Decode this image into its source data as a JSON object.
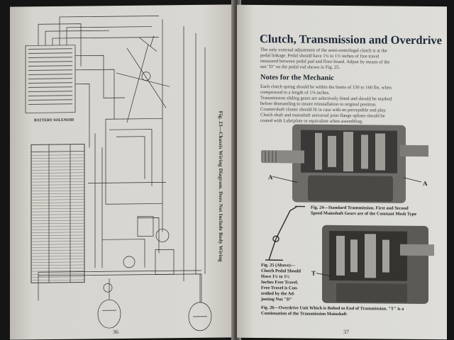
{
  "left_page": {
    "diagram_caption": "Fig. 23—Chassis Wiring Diagram. Does Not Include Body Wiring",
    "wiring_label_top": "BATTERY SOLENOID",
    "page_number": "36"
  },
  "right_page": {
    "title": "Clutch, Transmission and Overdrive",
    "intro_lines": [
      "The only external adjustment of the semi-centrifugal clutch is at the",
      "pedal linkage. Pedal should have 1¼ to 1½ inches of free travel",
      "measured between pedal pad and floor board. Adjust by means of the",
      "nut \"D\" on the pedal rod shown in Fig. 25."
    ],
    "heading": "Notes for the Mechanic",
    "notes_lines": [
      "Each clutch spring should be within the limits of 150 to 160 lbs. when",
      "compressed to a length of 1⅝ inches.",
      "Transmission sliding gears are selectively fitted and should be marked",
      "before dismantling to insure reinstallation in original position.",
      "Countershaft cluster should fit in case with no perceptible end play.",
      "Clutch shaft and mainshaft universal joint flange splines should be",
      "coated with Lubriplate or equivalent when assembling."
    ],
    "fig24_callout_left": "A",
    "fig24_callout_right": "A",
    "fig24_caption_lines": [
      "Fig. 24—Standard Transmission. First and Second",
      "Speed Mainshaft Gears are of the Constant Mesh Type"
    ],
    "fig25_caption_lines": [
      "Fig. 25 (Above)—",
      "Clutch Pedal Should",
      "Have 1¼ to 1½",
      "Inches Free Travel.",
      "Free Travel is Con-",
      "trolled by the Ad-",
      "justing Nut \"D\""
    ],
    "fig26_callout": "T",
    "fig26_caption_lines": [
      "Fig. 26—Overdrive Unit Which is Bolted to End of Transmission. \"T\" is a",
      "Continuation of the Transmission Mainshaft"
    ],
    "page_number": "37"
  }
}
